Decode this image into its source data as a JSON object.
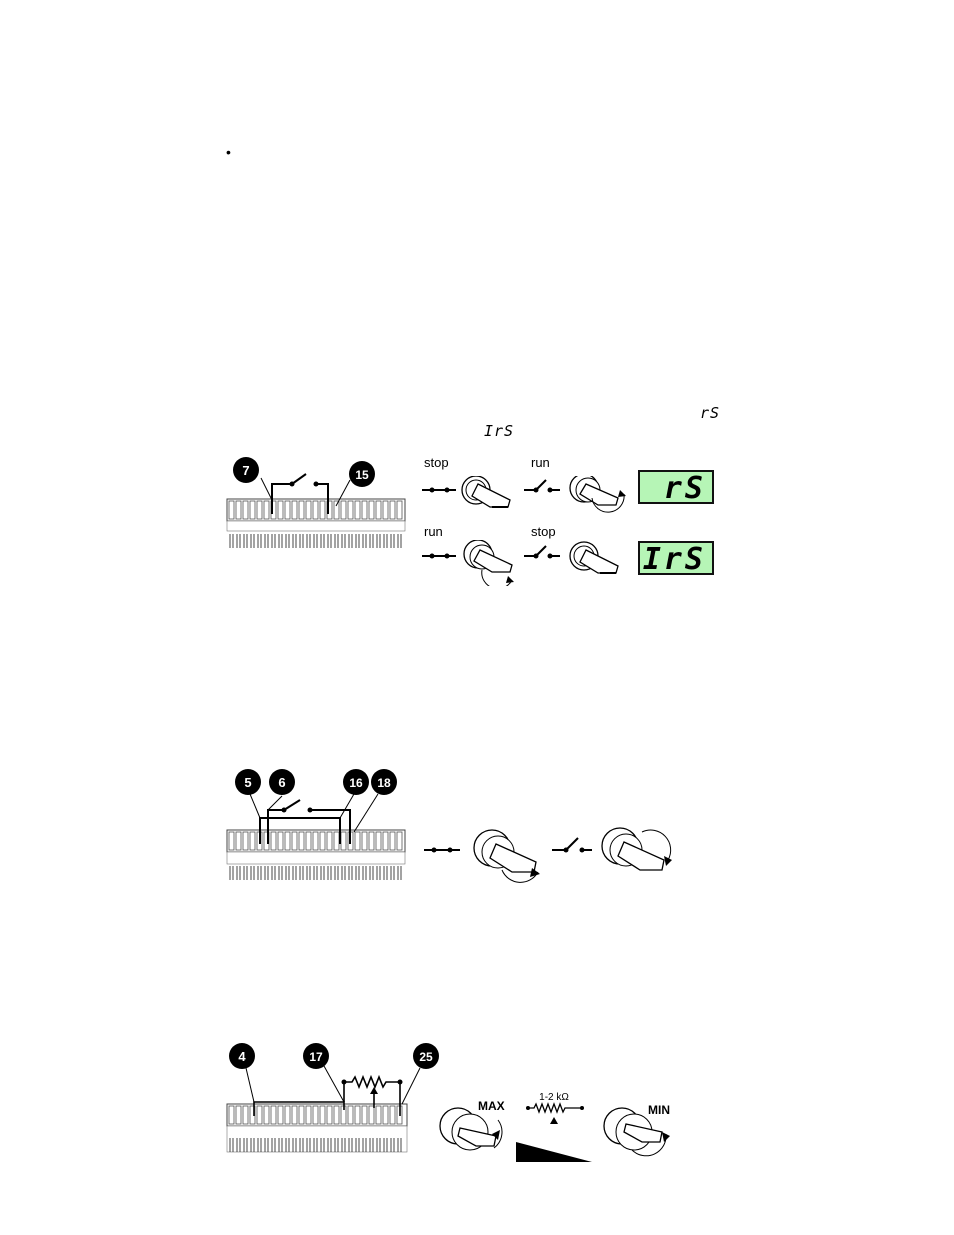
{
  "bullet": "•",
  "diagram1": {
    "terminals": [
      "7",
      "15"
    ],
    "code_top_right": "rS",
    "code_top_center": "IrS",
    "row1": {
      "left_label": "stop",
      "right_label": "run",
      "display": "rS"
    },
    "row2": {
      "left_label": "run",
      "right_label": "stop",
      "display": "IrS"
    }
  },
  "diagram2": {
    "terminals": [
      "5",
      "6",
      "16",
      "18"
    ]
  },
  "diagram3": {
    "terminals": [
      "4",
      "17",
      "25"
    ],
    "max_label": "MAX",
    "min_label": "MIN",
    "resistor_label": "1-2 kΩ"
  }
}
